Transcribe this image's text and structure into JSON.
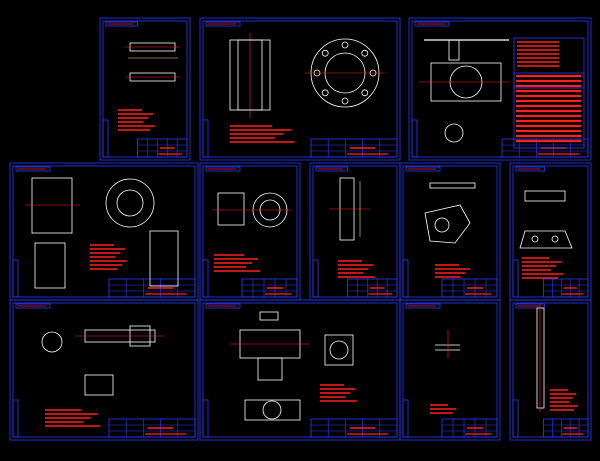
{
  "canvas": {
    "background": "#000000",
    "sheet_border_color": "#2a3cff",
    "drawing_line_color": "#ffffff",
    "annotation_color": "#ff2020",
    "dimension_color": "#ffe066",
    "title_block_color": "#2a3cff"
  },
  "sheets": [
    {
      "id": "s1",
      "kind": "plate-parts"
    },
    {
      "id": "s2",
      "kind": "flange-section"
    },
    {
      "id": "s3",
      "kind": "ball-valve-assembly"
    },
    {
      "id": "s4",
      "kind": "valve-body"
    },
    {
      "id": "s5",
      "kind": "ball"
    },
    {
      "id": "s6",
      "kind": "seat-ring"
    },
    {
      "id": "s7",
      "kind": "lever-plate"
    },
    {
      "id": "s8",
      "kind": "bracket"
    },
    {
      "id": "s9",
      "kind": "stem"
    },
    {
      "id": "s10",
      "kind": "body-tee"
    },
    {
      "id": "s11",
      "kind": "pin"
    },
    {
      "id": "s12",
      "kind": "shaft"
    }
  ]
}
